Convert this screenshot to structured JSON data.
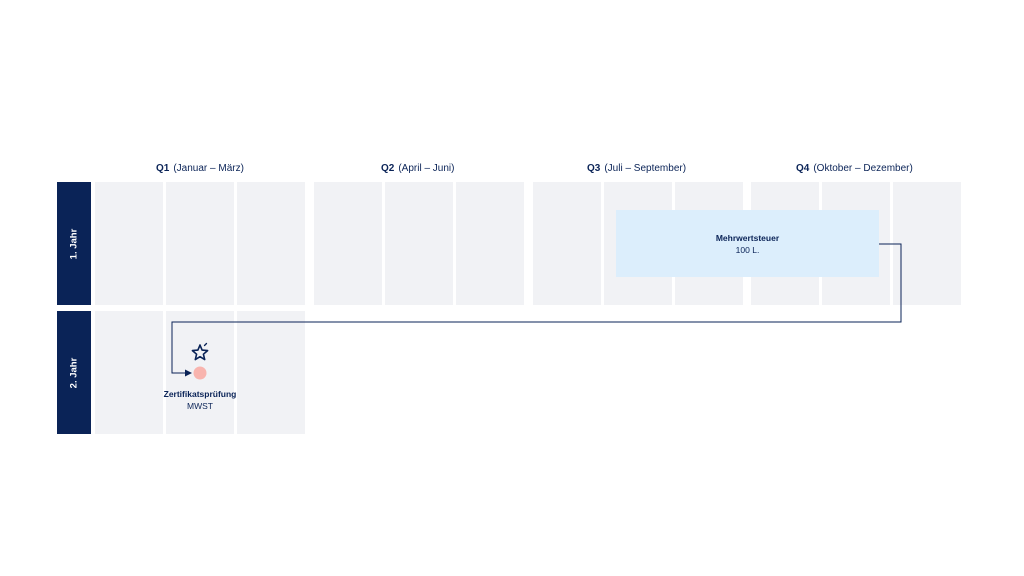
{
  "quarters": [
    {
      "code": "Q1",
      "range": "(Januar – März)"
    },
    {
      "code": "Q2",
      "range": "(April – Juni)"
    },
    {
      "code": "Q3",
      "range": "(Juli – September)"
    },
    {
      "code": "Q4",
      "range": "(Oktober – Dezember)"
    }
  ],
  "years": [
    {
      "label": "1. Jahr"
    },
    {
      "label": "2. Jahr"
    }
  ],
  "module": {
    "title": "Mehrwertsteuer",
    "hours": "100 L."
  },
  "milestone": {
    "title": "Zertifikatsprüfung",
    "subtitle": "MWST"
  },
  "colors": {
    "navy": "#0a2357",
    "cell": "#f1f2f5",
    "module": "#dceefc",
    "milestone": "#f8b4ae"
  }
}
